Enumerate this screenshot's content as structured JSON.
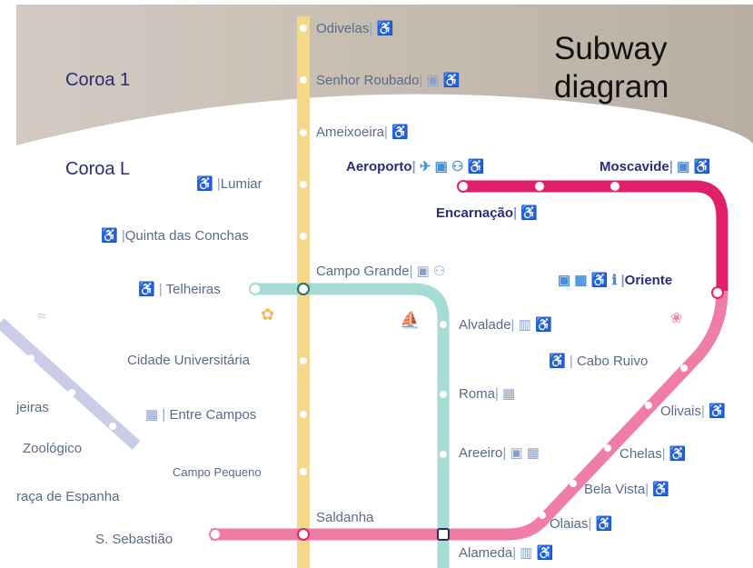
{
  "title_line1": "Subway",
  "title_line2": "diagram",
  "zones": [
    "Coroa 1",
    "Coroa L"
  ],
  "stations": {
    "odivelas": "Odivelas",
    "senhor_roubado": "Senhor Roubado",
    "ameixoeira": "Ameixoeira",
    "lumiar": "Lumiar",
    "quinta_das_conchas": "Quinta das Conchas",
    "telheiras": "Telheiras",
    "campo_grande": "Campo Grande",
    "cidade_universitaria": "Cidade Universitária",
    "entre_campos": "Entre Campos",
    "campo_pequeno": "Campo Pequeno",
    "saldanha": "Saldanha",
    "s_sebastiao": "S. Sebastião",
    "alvalade": "Alvalade",
    "roma": "Roma",
    "areeiro": "Areeiro",
    "alameda": "Alameda",
    "aeroporto": "Aeroporto",
    "encarnacao": "Encarnação",
    "moscavide": "Moscavide",
    "oriente": "Oriente",
    "cabo_ruivo": "Cabo Ruivo",
    "olivais": "Olivais",
    "chelas": "Chelas",
    "bela_vista": "Bela Vista",
    "olaias": "Olaias",
    "jeiras": "jeiras",
    "zoologico": "Zoológico",
    "praca_espanha": "raça de Espanha"
  },
  "colors": {
    "yellow_line": "#f5d98b",
    "green_line": "#a5dcd4",
    "red_line": "#e0206a",
    "pink_line": "#f07ca8",
    "blue_line": "#c9cde8",
    "background_arc": "#cfc8c0"
  },
  "icons": {
    "accessible": "accessible-icon",
    "bus": "bus-icon",
    "train": "train-icon",
    "plane": "plane-icon",
    "people": "people-icon",
    "info": "info-icon"
  }
}
